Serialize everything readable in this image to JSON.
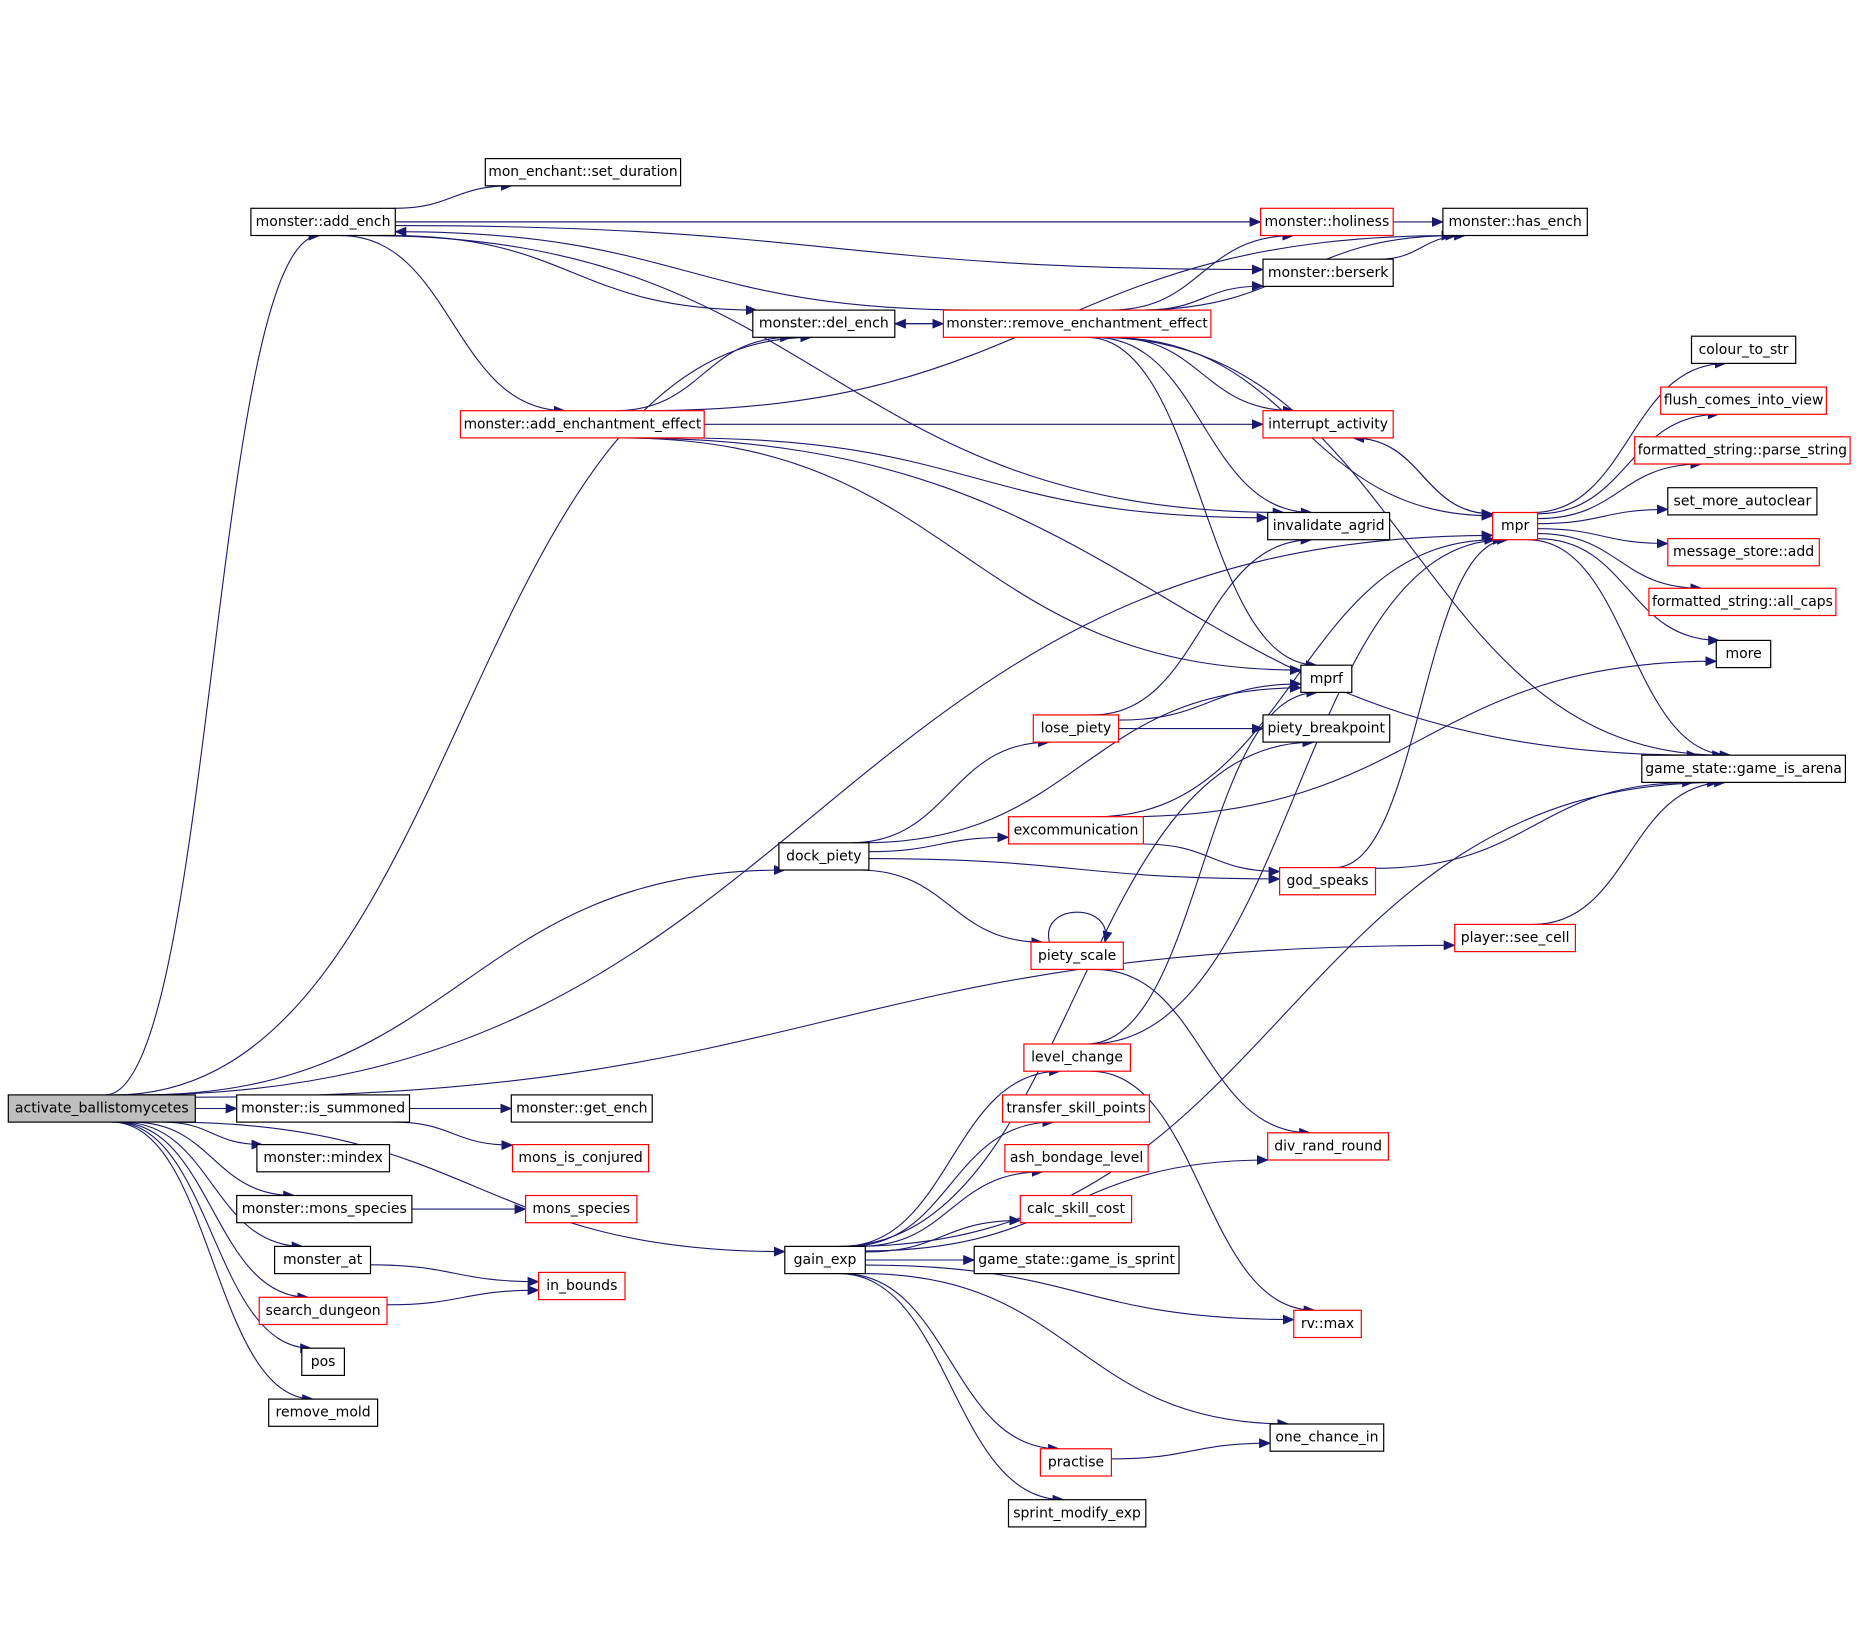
{
  "graph": {
    "root": "activate_ballistomycetes",
    "colors": {
      "edge": "#191970",
      "root_fill": "#bfbfbf",
      "black_border": "#000000",
      "red_border": "#ff0000"
    },
    "nodes": [
      {
        "id": "activate_ballistomycetes",
        "label": "activate_ballistomycetes",
        "border": "black",
        "root": true
      },
      {
        "id": "add_ench",
        "label": "monster::add_ench",
        "border": "black"
      },
      {
        "id": "set_duration",
        "label": "mon_enchant::set_duration",
        "border": "black"
      },
      {
        "id": "holiness",
        "label": "monster::holiness",
        "border": "red"
      },
      {
        "id": "has_ench",
        "label": "monster::has_ench",
        "border": "black"
      },
      {
        "id": "berserk",
        "label": "monster::berserk",
        "border": "black"
      },
      {
        "id": "del_ench",
        "label": "monster::del_ench",
        "border": "black"
      },
      {
        "id": "remove_effect",
        "label": "monster::remove_enchantment_effect",
        "border": "red"
      },
      {
        "id": "add_effect",
        "label": "monster::add_enchantment_effect",
        "border": "red"
      },
      {
        "id": "interrupt_activity",
        "label": "interrupt_activity",
        "border": "red"
      },
      {
        "id": "invalidate_agrid",
        "label": "invalidate_agrid",
        "border": "black"
      },
      {
        "id": "mpr",
        "label": "mpr",
        "border": "red"
      },
      {
        "id": "colour_to_str",
        "label": "colour_to_str",
        "border": "black"
      },
      {
        "id": "flush_comes_into_view",
        "label": "flush_comes_into_view",
        "border": "red"
      },
      {
        "id": "parse_string",
        "label": "formatted_string::parse_string",
        "border": "red"
      },
      {
        "id": "set_more_autoclear",
        "label": "set_more_autoclear",
        "border": "black"
      },
      {
        "id": "message_store_add",
        "label": "message_store::add",
        "border": "red"
      },
      {
        "id": "all_caps",
        "label": "formatted_string::all_caps",
        "border": "red"
      },
      {
        "id": "more",
        "label": "more",
        "border": "black"
      },
      {
        "id": "game_is_arena",
        "label": "game_state::game_is_arena",
        "border": "black"
      },
      {
        "id": "mprf",
        "label": "mprf",
        "border": "black"
      },
      {
        "id": "lose_piety",
        "label": "lose_piety",
        "border": "red"
      },
      {
        "id": "piety_breakpoint",
        "label": "piety_breakpoint",
        "border": "black"
      },
      {
        "id": "excommunication",
        "label": "excommunication",
        "border": "red"
      },
      {
        "id": "dock_piety",
        "label": "dock_piety",
        "border": "black"
      },
      {
        "id": "god_speaks",
        "label": "god_speaks",
        "border": "red"
      },
      {
        "id": "piety_scale",
        "label": "piety_scale",
        "border": "red"
      },
      {
        "id": "see_cell",
        "label": "player::see_cell",
        "border": "red"
      },
      {
        "id": "level_change",
        "label": "level_change",
        "border": "red"
      },
      {
        "id": "transfer_skill_points",
        "label": "transfer_skill_points",
        "border": "red"
      },
      {
        "id": "ash_bondage_level",
        "label": "ash_bondage_level",
        "border": "red"
      },
      {
        "id": "calc_skill_cost",
        "label": "calc_skill_cost",
        "border": "red"
      },
      {
        "id": "game_is_sprint",
        "label": "game_state::game_is_sprint",
        "border": "black"
      },
      {
        "id": "div_rand_round",
        "label": "div_rand_round",
        "border": "red"
      },
      {
        "id": "rv_max",
        "label": "rv::max",
        "border": "red"
      },
      {
        "id": "one_chance_in",
        "label": "one_chance_in",
        "border": "black"
      },
      {
        "id": "practise",
        "label": "practise",
        "border": "red"
      },
      {
        "id": "sprint_modify_exp",
        "label": "sprint_modify_exp",
        "border": "black"
      },
      {
        "id": "gain_exp",
        "label": "gain_exp",
        "border": "black"
      },
      {
        "id": "is_summoned",
        "label": "monster::is_summoned",
        "border": "black"
      },
      {
        "id": "get_ench",
        "label": "monster::get_ench",
        "border": "black"
      },
      {
        "id": "mons_is_conjured",
        "label": "mons_is_conjured",
        "border": "red"
      },
      {
        "id": "mindex",
        "label": "monster::mindex",
        "border": "black"
      },
      {
        "id": "mons_species_m",
        "label": "monster::mons_species",
        "border": "black"
      },
      {
        "id": "mons_species",
        "label": "mons_species",
        "border": "red"
      },
      {
        "id": "monster_at",
        "label": "monster_at",
        "border": "black"
      },
      {
        "id": "in_bounds",
        "label": "in_bounds",
        "border": "red"
      },
      {
        "id": "search_dungeon",
        "label": "search_dungeon",
        "border": "red"
      },
      {
        "id": "pos",
        "label": "pos",
        "border": "black"
      },
      {
        "id": "remove_mold",
        "label": "remove_mold",
        "border": "black"
      }
    ],
    "edges": [
      [
        "activate_ballistomycetes",
        "add_ench"
      ],
      [
        "activate_ballistomycetes",
        "del_ench"
      ],
      [
        "activate_ballistomycetes",
        "mpr"
      ],
      [
        "activate_ballistomycetes",
        "dock_piety"
      ],
      [
        "activate_ballistomycetes",
        "see_cell"
      ],
      [
        "activate_ballistomycetes",
        "gain_exp"
      ],
      [
        "activate_ballistomycetes",
        "is_summoned"
      ],
      [
        "activate_ballistomycetes",
        "mindex"
      ],
      [
        "activate_ballistomycetes",
        "mons_species_m"
      ],
      [
        "activate_ballistomycetes",
        "monster_at"
      ],
      [
        "activate_ballistomycetes",
        "search_dungeon"
      ],
      [
        "activate_ballistomycetes",
        "pos"
      ],
      [
        "activate_ballistomycetes",
        "remove_mold"
      ],
      [
        "add_ench",
        "set_duration"
      ],
      [
        "add_ench",
        "holiness"
      ],
      [
        "add_ench",
        "has_ench"
      ],
      [
        "add_ench",
        "berserk"
      ],
      [
        "add_ench",
        "del_ench"
      ],
      [
        "add_ench",
        "add_effect"
      ],
      [
        "add_ench",
        "invalidate_agrid"
      ],
      [
        "del_ench",
        "remove_effect"
      ],
      [
        "remove_effect",
        "add_ench"
      ],
      [
        "remove_effect",
        "del_ench"
      ],
      [
        "remove_effect",
        "holiness"
      ],
      [
        "remove_effect",
        "berserk"
      ],
      [
        "remove_effect",
        "has_ench"
      ],
      [
        "remove_effect",
        "interrupt_activity"
      ],
      [
        "remove_effect",
        "invalidate_agrid"
      ],
      [
        "remove_effect",
        "mpr"
      ],
      [
        "remove_effect",
        "mprf"
      ],
      [
        "remove_effect",
        "game_is_arena"
      ],
      [
        "berserk",
        "has_ench"
      ],
      [
        "add_effect",
        "del_ench"
      ],
      [
        "add_effect",
        "has_ench"
      ],
      [
        "add_effect",
        "interrupt_activity"
      ],
      [
        "add_effect",
        "invalidate_agrid"
      ],
      [
        "add_effect",
        "mprf"
      ],
      [
        "add_effect",
        "game_is_arena"
      ],
      [
        "interrupt_activity",
        "mpr"
      ],
      [
        "mpr",
        "interrupt_activity"
      ],
      [
        "mpr",
        "colour_to_str"
      ],
      [
        "mpr",
        "flush_comes_into_view"
      ],
      [
        "mpr",
        "parse_string"
      ],
      [
        "mpr",
        "set_more_autoclear"
      ],
      [
        "mpr",
        "message_store_add"
      ],
      [
        "mpr",
        "all_caps"
      ],
      [
        "mpr",
        "more"
      ],
      [
        "mpr",
        "game_is_arena"
      ],
      [
        "dock_piety",
        "mprf"
      ],
      [
        "dock_piety",
        "lose_piety"
      ],
      [
        "dock_piety",
        "excommunication"
      ],
      [
        "dock_piety",
        "god_speaks"
      ],
      [
        "dock_piety",
        "piety_scale"
      ],
      [
        "lose_piety",
        "mprf"
      ],
      [
        "lose_piety",
        "piety_breakpoint"
      ],
      [
        "lose_piety",
        "invalidate_agrid"
      ],
      [
        "excommunication",
        "mpr"
      ],
      [
        "excommunication",
        "more"
      ],
      [
        "excommunication",
        "god_speaks"
      ],
      [
        "god_speaks",
        "mpr"
      ],
      [
        "god_speaks",
        "game_is_arena"
      ],
      [
        "piety_scale",
        "piety_scale"
      ],
      [
        "piety_scale",
        "div_rand_round"
      ],
      [
        "see_cell",
        "game_is_arena"
      ],
      [
        "gain_exp",
        "level_change"
      ],
      [
        "gain_exp",
        "transfer_skill_points"
      ],
      [
        "gain_exp",
        "ash_bondage_level"
      ],
      [
        "gain_exp",
        "calc_skill_cost"
      ],
      [
        "gain_exp",
        "game_is_sprint"
      ],
      [
        "gain_exp",
        "div_rand_round"
      ],
      [
        "gain_exp",
        "rv_max"
      ],
      [
        "gain_exp",
        "one_chance_in"
      ],
      [
        "gain_exp",
        "practise"
      ],
      [
        "gain_exp",
        "sprint_modify_exp"
      ],
      [
        "gain_exp",
        "game_is_arena"
      ],
      [
        "gain_exp",
        "piety_breakpoint"
      ],
      [
        "level_change",
        "mpr"
      ],
      [
        "level_change",
        "mprf"
      ],
      [
        "level_change",
        "rv_max"
      ],
      [
        "practise",
        "one_chance_in"
      ],
      [
        "is_summoned",
        "get_ench"
      ],
      [
        "is_summoned",
        "mons_is_conjured"
      ],
      [
        "mons_species_m",
        "mons_species"
      ],
      [
        "monster_at",
        "in_bounds"
      ],
      [
        "search_dungeon",
        "in_bounds"
      ]
    ]
  }
}
